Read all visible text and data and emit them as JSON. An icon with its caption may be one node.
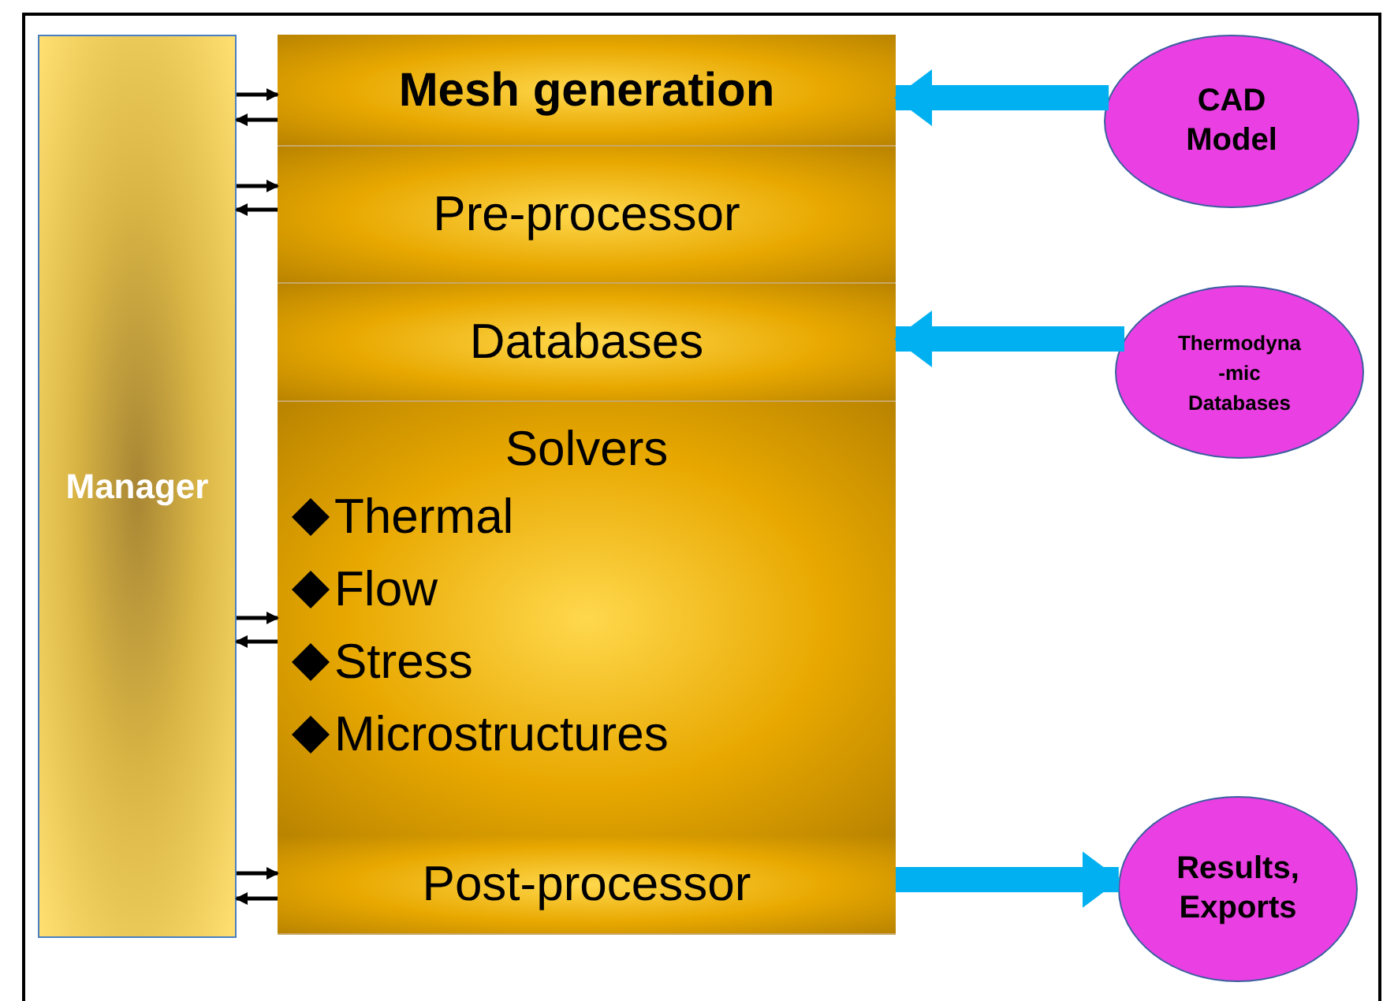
{
  "diagram": {
    "nodes": [
      {
        "text": [
          "Manager"
        ]
      },
      {
        "text": [
          "Mesh generation"
        ]
      },
      {
        "text": [
          "Pre-processor"
        ]
      },
      {
        "text": [
          "Databases"
        ]
      },
      {
        "text": [
          "Solvers",
          "Thermal",
          "Flow",
          "Stress",
          "Microstructures"
        ]
      },
      {
        "text": [
          "Post-processor"
        ]
      },
      {
        "text": [
          "CAD Model"
        ]
      },
      {
        "text": [
          "Thermodyna -mic Databases"
        ]
      },
      {
        "text": [
          "Results, Exports"
        ]
      }
    ],
    "edges": [
      {
        "from": 0,
        "to": 1,
        "arrow": "to"
      },
      {
        "from": 1,
        "to": 0,
        "arrow": "to"
      },
      {
        "from": 0,
        "to": 2,
        "arrow": "to"
      },
      {
        "from": 2,
        "to": 0,
        "arrow": "to"
      },
      {
        "from": 0,
        "to": 4,
        "arrow": "to"
      },
      {
        "from": 4,
        "to": 0,
        "arrow": "to"
      },
      {
        "from": 0,
        "to": 5,
        "arrow": "to"
      },
      {
        "from": 5,
        "to": 0,
        "arrow": "to"
      },
      {
        "from": 6,
        "to": 1,
        "arrow": "to",
        "style": "thick",
        "color": "#00b0f0"
      },
      {
        "from": 7,
        "to": 3,
        "arrow": "to",
        "style": "thick",
        "color": "#00b0f0"
      },
      {
        "from": 5,
        "to": 8,
        "arrow": "to",
        "style": "thick",
        "color": "#00b0f0"
      }
    ]
  }
}
